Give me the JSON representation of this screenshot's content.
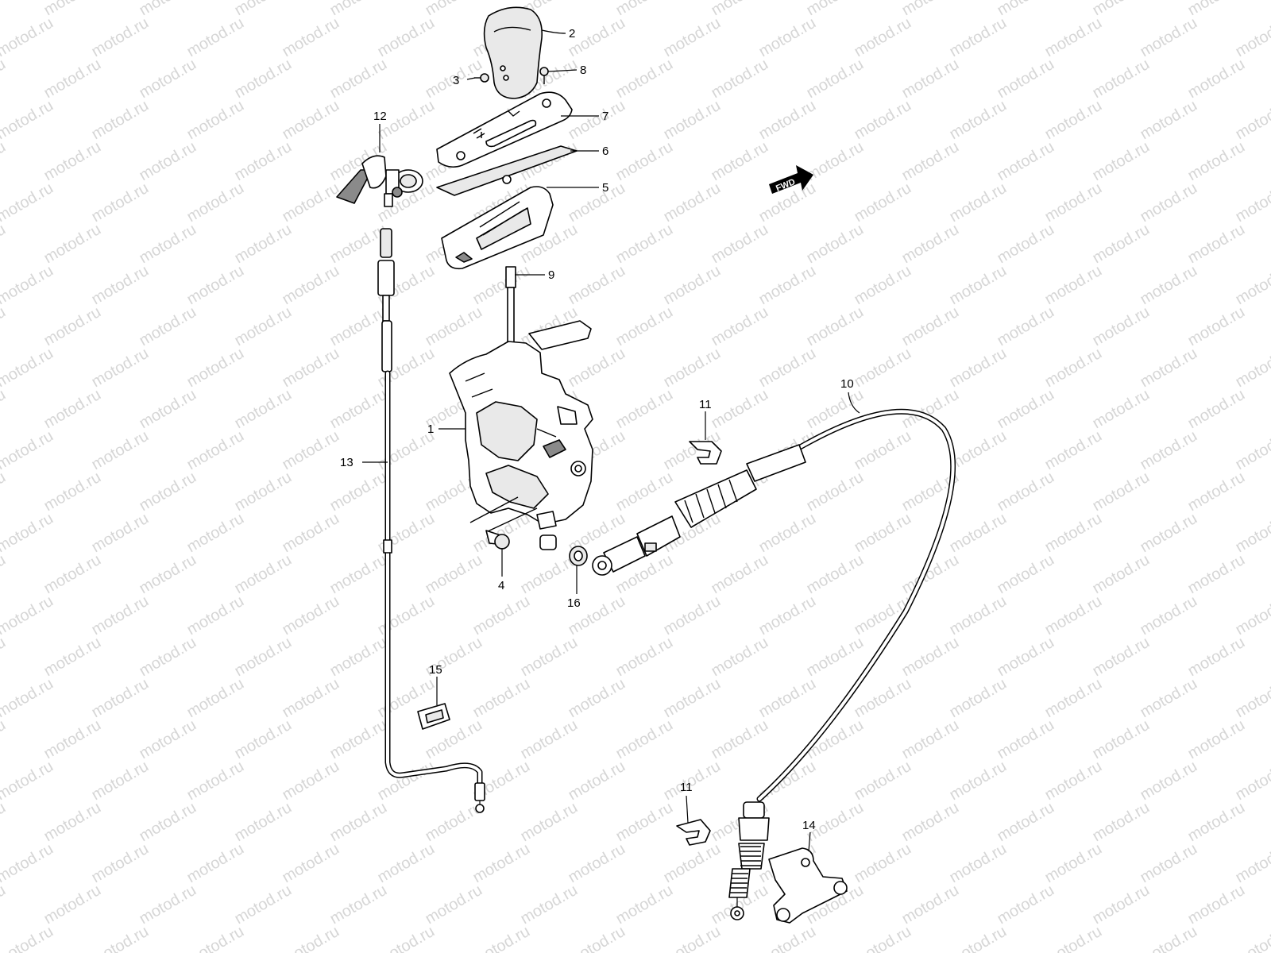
{
  "watermark": "motod.ru",
  "direction_marker": "FWD",
  "callouts": [
    {
      "id": "c1",
      "text": "1"
    },
    {
      "id": "c2",
      "text": "2"
    },
    {
      "id": "c3",
      "text": "3"
    },
    {
      "id": "c4",
      "text": "4"
    },
    {
      "id": "c5",
      "text": "5"
    },
    {
      "id": "c6",
      "text": "6"
    },
    {
      "id": "c7",
      "text": "7"
    },
    {
      "id": "c8",
      "text": "8"
    },
    {
      "id": "c9",
      "text": "9"
    },
    {
      "id": "c10",
      "text": "10"
    },
    {
      "id": "c11a",
      "text": "11"
    },
    {
      "id": "c11b",
      "text": "11"
    },
    {
      "id": "c12",
      "text": "12"
    },
    {
      "id": "c13",
      "text": "13"
    },
    {
      "id": "c14",
      "text": "14"
    },
    {
      "id": "c15",
      "text": "15"
    },
    {
      "id": "c16",
      "text": "16"
    }
  ]
}
